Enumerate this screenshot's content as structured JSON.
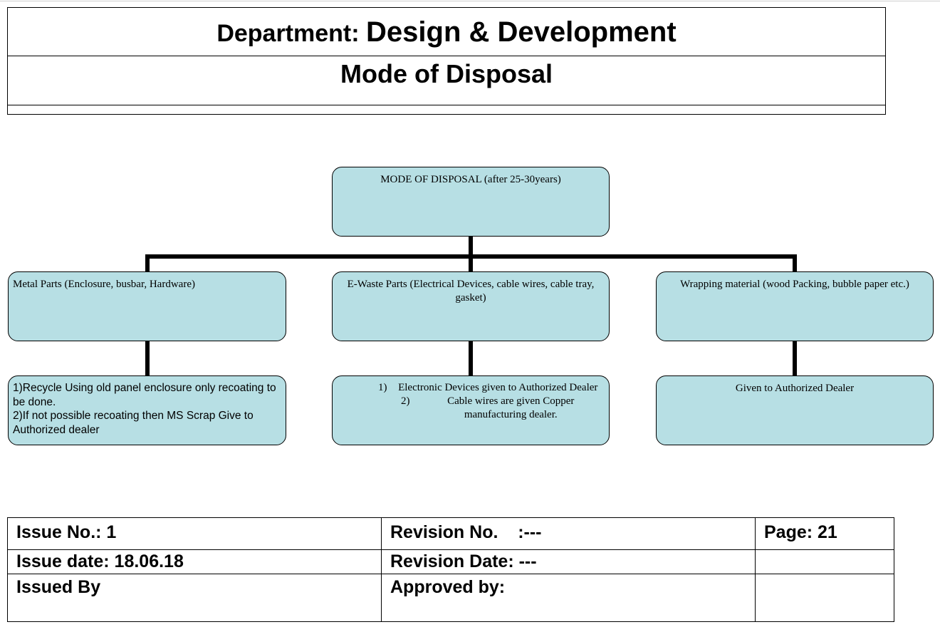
{
  "header": {
    "department_label": "Department: ",
    "department_value": "Design & Development",
    "title": "Mode of Disposal"
  },
  "diagram": {
    "root": "MODE OF DISPOSAL (after 25-30years)",
    "branches": [
      {
        "label": "Metal Parts (Enclosure, busbar, Hardware)",
        "action_lines": [
          "1)Recycle Using old panel enclosure only recoating to be done.",
          "2)If not possible recoating then MS Scrap Give to Authorized dealer"
        ]
      },
      {
        "label": "E-Waste Parts (Electrical Devices, cable wires, cable tray, gasket)",
        "action_items": [
          {
            "num": "1)",
            "text": "Electronic Devices given to Authorized Dealer"
          },
          {
            "num": "2)",
            "text": "Cable wires are given Copper manufacturing dealer."
          }
        ]
      },
      {
        "label": "Wrapping material (wood Packing, bubble paper etc.)",
        "action": "Given to Authorized Dealer"
      }
    ],
    "colors": {
      "box_fill": "#b7dfe4",
      "line": "#000000"
    }
  },
  "footer": {
    "issue_no": "Issue No.: 1",
    "revision_no": "Revision No.    :---",
    "page": "Page: 21",
    "issue_date": "Issue date: 18.06.18",
    "revision_date": "Revision Date: ---",
    "issued_by": "Issued By",
    "approved_by": "Approved by:"
  }
}
